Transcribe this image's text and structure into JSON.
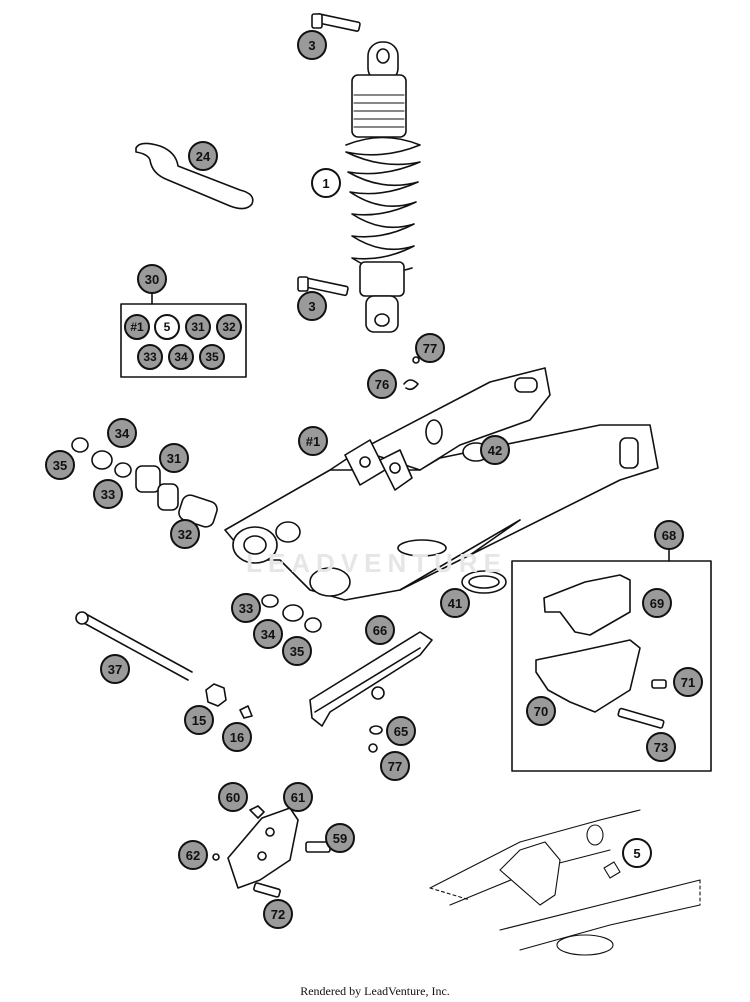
{
  "watermark": "LEADVENTURE",
  "footer": "Rendered by LeadVenture, Inc.",
  "callouts": {
    "c3a": "3",
    "c3b": "3",
    "c1": "1",
    "c24": "24",
    "c30": "30",
    "k1": "#1",
    "k5": "5",
    "k31": "31",
    "k32": "32",
    "k33": "33",
    "k34": "34",
    "k35": "35",
    "c77a": "77",
    "c76": "76",
    "c42": "42",
    "c1b": "#1",
    "c34a": "34",
    "c35a": "35",
    "c31": "31",
    "c33a": "33",
    "c32": "32",
    "c68": "68",
    "c69": "69",
    "c71": "71",
    "c70": "70",
    "c73": "73",
    "c41": "41",
    "c33b": "33",
    "c34b": "34",
    "c35b": "35",
    "c66": "66",
    "c37": "37",
    "c15": "15",
    "c16": "16",
    "c65": "65",
    "c77b": "77",
    "c60": "60",
    "c61": "61",
    "c59": "59",
    "c62": "62",
    "c72": "72",
    "c5": "5"
  }
}
